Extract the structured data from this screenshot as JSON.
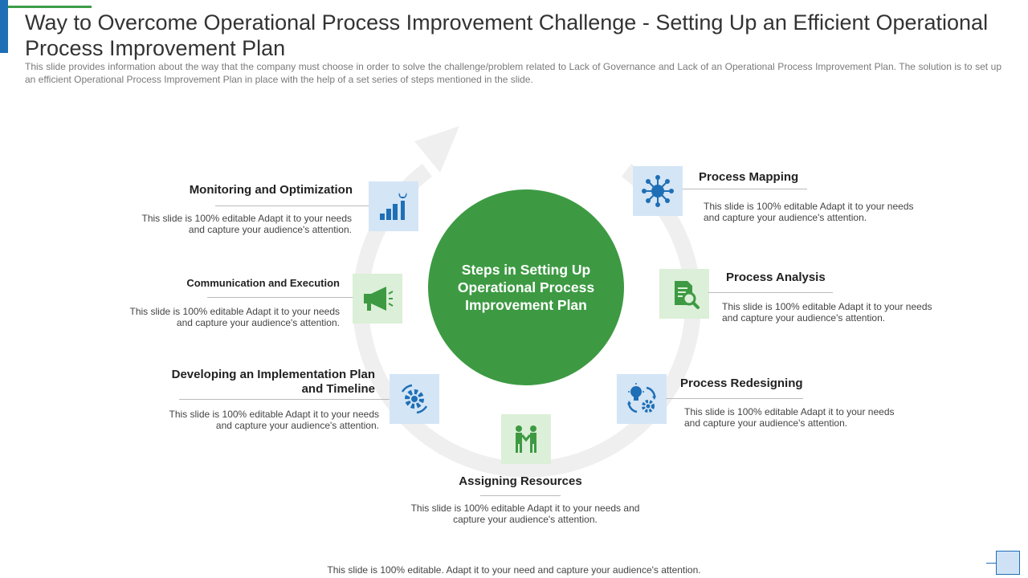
{
  "header": {
    "title": "Way to Overcome Operational Process Improvement Challenge - Setting Up an Efficient Operational Process Improvement Plan",
    "subtitle": "This slide provides information about the way that the company must choose in order to solve the challenge/problem related to Lack of Governance and Lack of an Operational Process Improvement Plan. The solution is to set up an efficient Operational Process Improvement Plan in place with the help of a set series of steps mentioned in the slide."
  },
  "center": {
    "label": "Steps in Setting Up Operational Process Improvement Plan"
  },
  "steps": [
    {
      "title": "Process Mapping",
      "desc": "This slide is 100% editable Adapt it to your needs and capture your audience's attention.",
      "icon": "network-hub-icon",
      "color": "#1f6fb6"
    },
    {
      "title": "Process Analysis",
      "desc": "This slide is 100% editable Adapt it to your needs and capture your audience's attention.",
      "icon": "document-magnifier-icon",
      "color": "#3d9a43"
    },
    {
      "title": "Process Redesigning",
      "desc": "This slide is 100% editable Adapt it to your needs and capture your audience's attention.",
      "icon": "lightbulb-gear-cycle-icon",
      "color": "#1f6fb6"
    },
    {
      "title": "Assigning Resources",
      "desc": "This slide is 100% editable Adapt it to your needs and capture your audience's attention.",
      "icon": "handshake-people-icon",
      "color": "#3d9a43"
    },
    {
      "title": "Developing an Implementation Plan and Timeline",
      "desc": "This slide is 100% editable Adapt it to your needs and capture your audience's attention.",
      "icon": "gears-icon",
      "color": "#1f6fb6"
    },
    {
      "title": "Communication and Execution",
      "desc": "This slide is 100% editable Adapt it to your needs and capture your audience's attention.",
      "icon": "megaphone-icon",
      "color": "#3d9a43"
    },
    {
      "title": "Monitoring and Optimization",
      "desc": "This slide is 100% editable Adapt it to your needs and capture your audience's attention.",
      "icon": "chart-wrench-icon",
      "color": "#1f6fb6"
    }
  ],
  "footer": {
    "text": "This slide is 100% editable. Adapt it to your need and capture your audience's attention."
  },
  "colors": {
    "primary_blue": "#1f6fb6",
    "primary_green": "#3d9a43",
    "ring_gray": "#efefef"
  }
}
